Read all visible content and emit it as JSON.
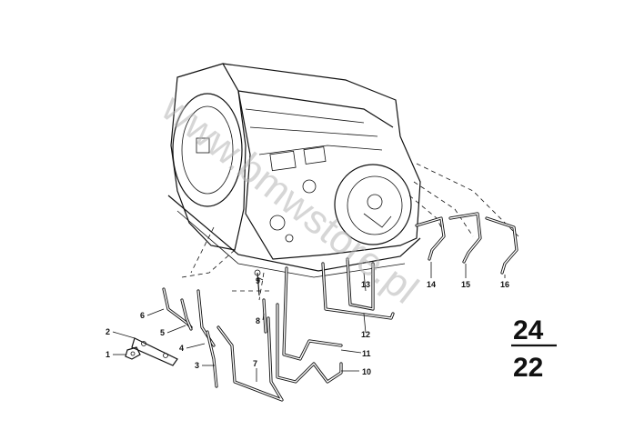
{
  "callouts": {
    "p1": "1",
    "p2": "2",
    "p3": "3",
    "p4": "4",
    "p5": "5",
    "p6": "6",
    "p7": "7",
    "p8": "8",
    "p9": "9",
    "p10": "10",
    "p11": "11",
    "p12": "12",
    "p13": "13",
    "p14": "14",
    "p15": "15",
    "p16": "16"
  },
  "section": {
    "top": "24",
    "bottom": "22"
  },
  "watermark": "www.bmwstore.pl"
}
